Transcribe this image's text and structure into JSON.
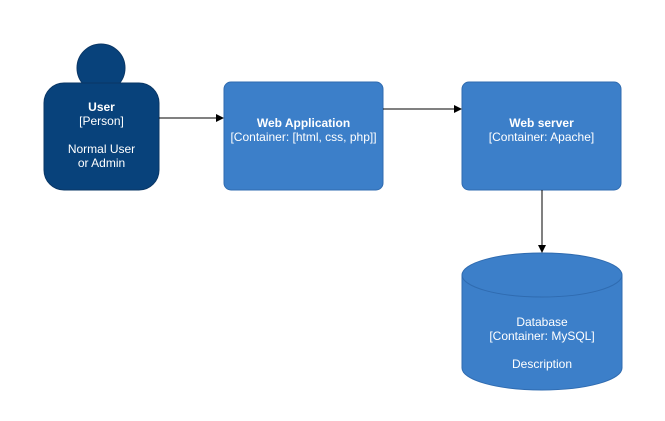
{
  "colors": {
    "person": "#08427b",
    "container": "#3c7fc9",
    "container_stroke": "#2f6bb0",
    "person_stroke": "#0a3766",
    "arrow": "#000000",
    "text": "#ffffff"
  },
  "nodes": {
    "user": {
      "name": "User",
      "type": "[Person]",
      "description": "Normal User or Admin"
    },
    "web_app": {
      "name": "Web Application",
      "type": "[Container: [html, css, php]]"
    },
    "web_server": {
      "name": "Web server",
      "type": "[Container: Apache]"
    },
    "database": {
      "name": "Database",
      "type": "[Container: MySQL]",
      "description": "Description"
    }
  },
  "edges": [
    {
      "from": "user",
      "to": "web_app"
    },
    {
      "from": "web_app",
      "to": "web_server"
    },
    {
      "from": "web_server",
      "to": "database"
    }
  ]
}
